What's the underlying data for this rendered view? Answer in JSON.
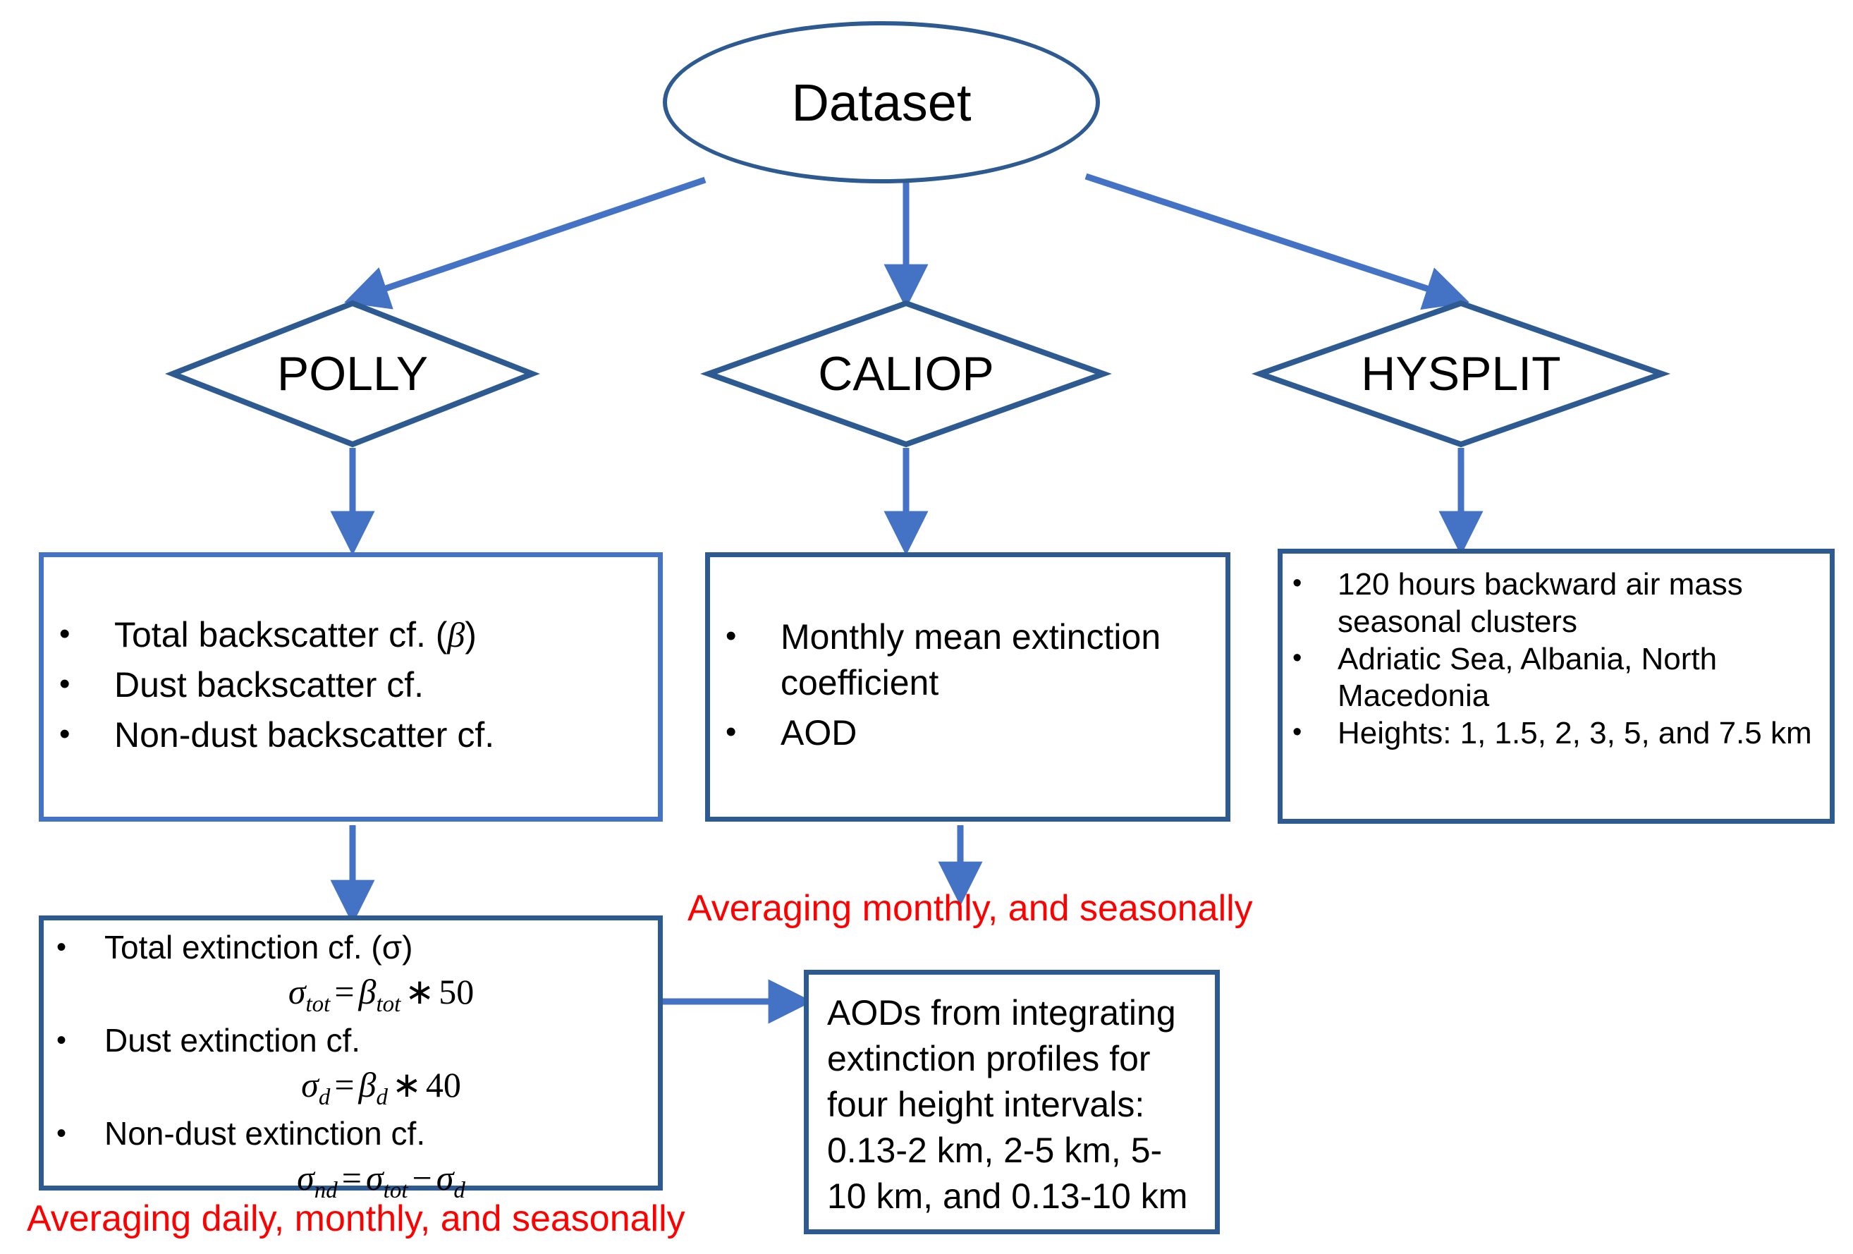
{
  "diagram": {
    "title": "Dataset processing flowchart",
    "colors": {
      "edge_line": "#4472C4",
      "shape_dark_border": "#2E5A92",
      "shape_light_border": "#4472C4",
      "annotation_red": "#FF0000",
      "background": "#FFFFFF",
      "text": "#000000"
    }
  },
  "root": {
    "label": "Dataset"
  },
  "branches": [
    {
      "id": "polly",
      "label": "POLLY"
    },
    {
      "id": "caliop",
      "label": "CALIOP"
    },
    {
      "id": "hysplit",
      "label": "HYSPLIT"
    }
  ],
  "boxes": {
    "polly_outputs": {
      "bullets": [
        "Total backscatter cf. (β)",
        "Dust backscatter cf.",
        "Non-dust backscatter cf."
      ],
      "beta_symbol": "β"
    },
    "caliop_outputs": {
      "bullets": [
        "Monthly mean extinction coefficient",
        "AOD"
      ]
    },
    "hysplit_outputs": {
      "bullets": [
        "120 hours backward air mass seasonal clusters",
        "Adriatic Sea, Albania, North Macedonia",
        "Heights: 1, 1.5, 2, 3, 5, and 7.5 km"
      ]
    },
    "extinction": {
      "bullets": [
        "Total extinction cf. (σ)",
        "Dust extinction cf.",
        "Non-dust extinction cf."
      ],
      "formulas": [
        {
          "lhs": "σ",
          "lhs_sub": "tot",
          "rhs_sym": "β",
          "rhs_sub": "tot",
          "op": "∗",
          "operand": "50",
          "text": "σtot = βtot * 50"
        },
        {
          "lhs": "σ",
          "lhs_sub": "d",
          "rhs_sym": "β",
          "rhs_sub": "d",
          "op": "∗",
          "operand": "40",
          "text": "σd = βd * 40"
        },
        {
          "lhs": "σ",
          "lhs_sub": "nd",
          "rhs_sym": "σ",
          "rhs_sub": "tot",
          "op": "−",
          "operand": "σd",
          "operand_sub": "d",
          "text": "σnd = σtot − σd"
        }
      ]
    },
    "aods": {
      "text": "AODs from integrating extinction profiles for four height intervals: 0.13-2 km, 2-5 km, 5-10 km, and 0.13-10 km",
      "intervals": [
        "0.13-2 km",
        "2-5 km",
        "5-10 km",
        "0.13-10 km"
      ],
      "interval_count": "four"
    }
  },
  "annotations": {
    "monthly_seasonally": "Averaging monthly, and seasonally",
    "daily_monthly_seasonally": "Averaging daily, monthly, and seasonally"
  }
}
